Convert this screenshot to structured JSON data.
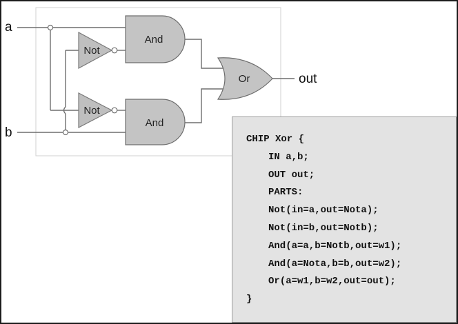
{
  "inputs": {
    "a": "a",
    "b": "b"
  },
  "output": {
    "label": "out"
  },
  "gates": {
    "not_top": "Not",
    "not_bottom": "Not",
    "and_top": "And",
    "and_bottom": "And",
    "or": "Or"
  },
  "code": {
    "lines": [
      {
        "text": "CHIP Xor {",
        "indent": false
      },
      {
        "text": "IN a,b;",
        "indent": true
      },
      {
        "text": "OUT out;",
        "indent": true
      },
      {
        "text": "PARTS:",
        "indent": true
      },
      {
        "text": "Not(in=a,out=Nota);",
        "indent": true
      },
      {
        "text": "Not(in=b,out=Notb);",
        "indent": true
      },
      {
        "text": "And(a=a,b=Notb,out=w1);",
        "indent": true
      },
      {
        "text": "And(a=Nota,b=b,out=w2);",
        "indent": true
      },
      {
        "text": "Or(a=w1,b=w2,out=out);",
        "indent": true
      },
      {
        "text": "}",
        "indent": false
      }
    ]
  }
}
